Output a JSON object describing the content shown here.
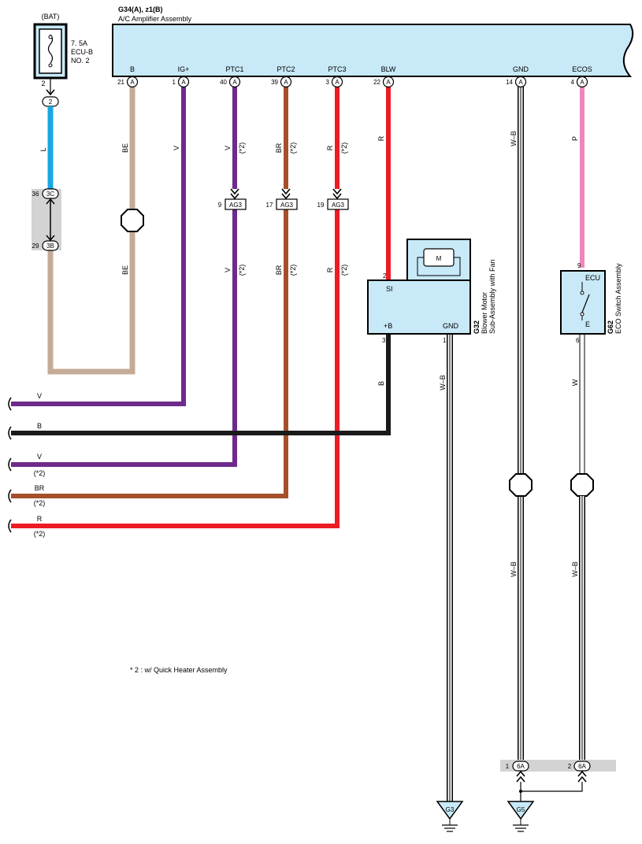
{
  "fuse": {
    "source": "(BAT)",
    "rating": "7. 5A",
    "name_line1": "ECU-B",
    "name_line2": "NO. 2",
    "pin": "2",
    "connector": "2"
  },
  "amplifier": {
    "connector_label": "G34(A), z1(B)",
    "name": "A/C Amplifier Assembly",
    "pins": [
      {
        "name": "B",
        "number": "21",
        "conn": "A"
      },
      {
        "name": "IG+",
        "number": "1",
        "conn": "A"
      },
      {
        "name": "PTC1",
        "number": "40",
        "conn": "A"
      },
      {
        "name": "PTC2",
        "number": "39",
        "conn": "A"
      },
      {
        "name": "PTC3",
        "number": "3",
        "conn": "A"
      },
      {
        "name": "BLW",
        "number": "22",
        "conn": "A"
      },
      {
        "name": "GND",
        "number": "14",
        "conn": "A"
      },
      {
        "name": "ECOS",
        "number": "4",
        "conn": "A"
      }
    ]
  },
  "wire_colors": {
    "L": "L",
    "BE": "BE",
    "V": "V",
    "BR": "BR",
    "R": "R",
    "W_B": "W–B",
    "P": "P",
    "W": "W",
    "B": "B"
  },
  "note_star2": "(*2)",
  "junctions": {
    "j3c": {
      "pin": "36",
      "name": "3C"
    },
    "j3b": {
      "pin": "29",
      "name": "3B"
    },
    "ag3_1": {
      "pin": "9",
      "name": "AG3"
    },
    "ag3_2": {
      "pin": "17",
      "name": "AG3"
    },
    "ag3_3": {
      "pin": "19",
      "name": "AG3"
    },
    "j6a_1": {
      "pin": "1",
      "name": "6A"
    },
    "j6a_2": {
      "pin": "2",
      "name": "6A"
    }
  },
  "blower": {
    "id": "G32",
    "name_line1": "Blower Motor",
    "name_line2": "Sub-Assembly with Fan",
    "motor": "M",
    "pin_si": "SI",
    "pin_b": "+B",
    "pin_gnd": "GND",
    "num_si": "2",
    "num_b": "3",
    "num_gnd": "1"
  },
  "eco_switch": {
    "id": "G62",
    "name": "ECO Switch Assembly",
    "pin_ecu": "ECU",
    "pin_e": "E",
    "num_ecu": "9",
    "num_e": "6"
  },
  "left_wires": [
    {
      "color": "V",
      "note": ""
    },
    {
      "color": "B",
      "note": ""
    },
    {
      "color": "V",
      "note": "(*2)"
    },
    {
      "color": "BR",
      "note": "(*2)"
    },
    {
      "color": "R",
      "note": "(*2)"
    }
  ],
  "grounds": {
    "g3": "G3",
    "g5": "G5"
  },
  "footnote": "* 2 : w/ Quick Heater Assembly",
  "colors": {
    "L": "#1aa7e3",
    "BE": "#c4ab97",
    "V": "#6e2a8c",
    "BR": "#a64f2a",
    "R": "#ec1c24",
    "B": "#1a1a1a",
    "P": "#ee87b9",
    "body": "#c8e9f7",
    "splice_bg": "#d3d3d3"
  }
}
